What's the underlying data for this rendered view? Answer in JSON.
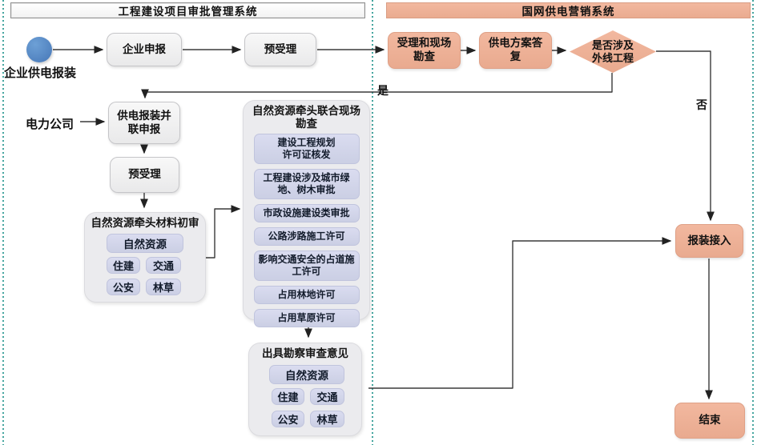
{
  "headers": {
    "left_system": "工程建设项目审批管理系统",
    "right_system": "国网供电营销系统"
  },
  "labels": {
    "start": "企业供电报装",
    "power_company": "电力公司",
    "yes": "是",
    "no": "否"
  },
  "nodes": {
    "enterprise_apply": "企业申报",
    "pre_acceptance_top": "预受理",
    "acceptance_site_survey": "受理和现场\n勘查",
    "supply_plan_reply": "供电方案答\n复",
    "decision_external_works": "是否涉及\n外线工程",
    "supply_joint_apply": "供电报装并\n联申报",
    "pre_acceptance_left": "预受理",
    "installation_access": "报装接入",
    "end": "结束"
  },
  "groups": {
    "material_review": {
      "title": "自然资源牵头材料初审",
      "lead": "自然资源",
      "members": [
        "住建",
        "交通",
        "公安",
        "林草"
      ]
    },
    "joint_site_survey": {
      "title": "自然资源牵头联合现场\n勘查",
      "items": [
        "建设工程规划\n许可证核发",
        "工程建设涉及城市绿\n地、树木审批",
        "市政设施建设类审批",
        "公路涉路施工许可",
        "影响交通安全的占道施\n工许可",
        "占用林地许可",
        "占用草原许可"
      ]
    },
    "survey_opinion": {
      "title": "出具勘察审查意见",
      "lead": "自然资源",
      "members": [
        "住建",
        "交通",
        "公安",
        "林草"
      ]
    }
  },
  "colors": {
    "accent_salmon": "#edb097",
    "node_gray": "#ededee",
    "group_gray": "#ebebee",
    "item_lavender": "#d3d6e9",
    "start_circle_blue": "#4d85c4",
    "divider_teal": "#2f9b94",
    "connector": "#3a3a3a"
  }
}
